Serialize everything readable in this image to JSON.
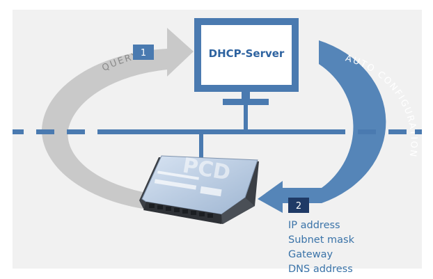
{
  "server": {
    "label": "DHCP-Server"
  },
  "steps": {
    "query": {
      "number": "1",
      "label": "QUERY"
    },
    "auto": {
      "number": "2",
      "label": "AUTO CONFIGURATION"
    }
  },
  "device": {
    "brand_mark": "PCD"
  },
  "config_items": [
    "IP address",
    "Subnet mask",
    "Gateway",
    "DNS address"
  ],
  "colors": {
    "background": "#f1f1f1",
    "query_arrow": "#c9c9c9",
    "query_label": "#888888",
    "auto_arrow": "#5585b8",
    "auto_label": "#ffffff",
    "network": "#4a7ab0",
    "badge1": "#4a7ab0",
    "badge2": "#1f3a66",
    "text": "#3a73a8"
  }
}
